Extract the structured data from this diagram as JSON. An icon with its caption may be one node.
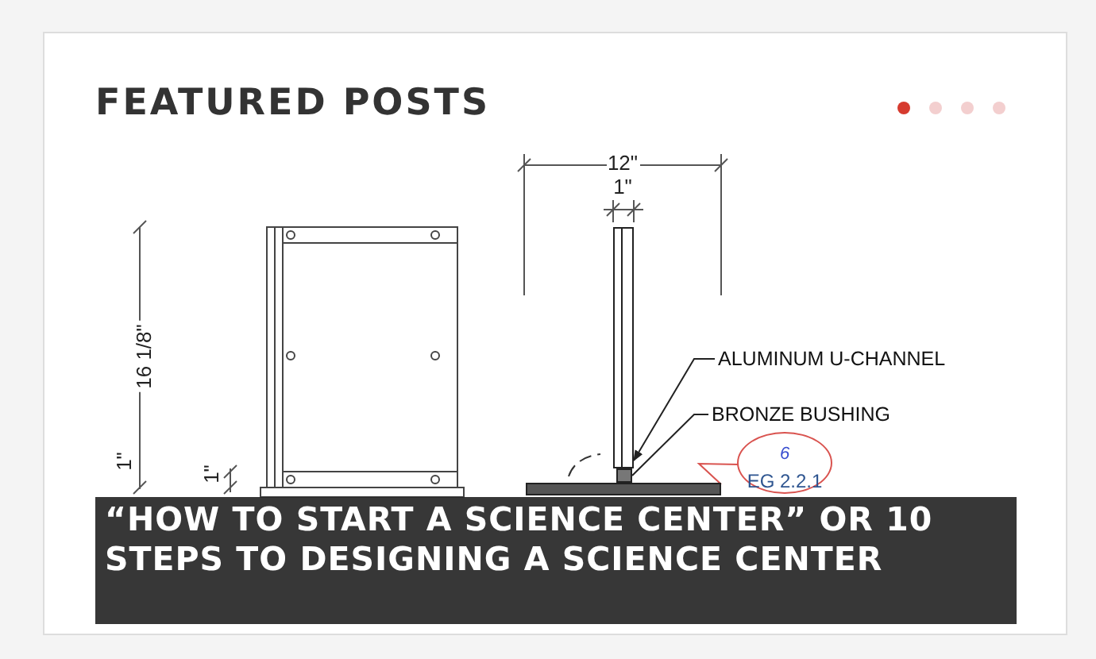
{
  "diagram": {
    "title": "FEATURED POSTS",
    "caption": "“HOW TO START A SCIENCE CENTER” OR 10 STEPS TO DESIGNING A SCIENCE CENTER",
    "nodes": [
      {
        "text": [
          "ALUMINUM U-CHANNEL"
        ]
      },
      {
        "text": [
          "BRONZE BUSHING"
        ]
      },
      {
        "text": [
          "6",
          "EG 2.2.1"
        ]
      },
      {
        "text": [],
        "shape": "bar"
      },
      {
        "text": [],
        "shape": "box"
      },
      {
        "text": [],
        "shape": "bar"
      }
    ],
    "edges": [
      {
        "from": 0,
        "to": 3,
        "arrow": "to"
      },
      {
        "from": 1,
        "to": 4,
        "arrow": "none"
      },
      {
        "from": 2,
        "to": 5,
        "arrow": "none",
        "color": "#d9534f"
      }
    ],
    "labels": [
      "12\"",
      "1\"",
      "16 1/8\"",
      "1\"",
      "1\""
    ]
  }
}
